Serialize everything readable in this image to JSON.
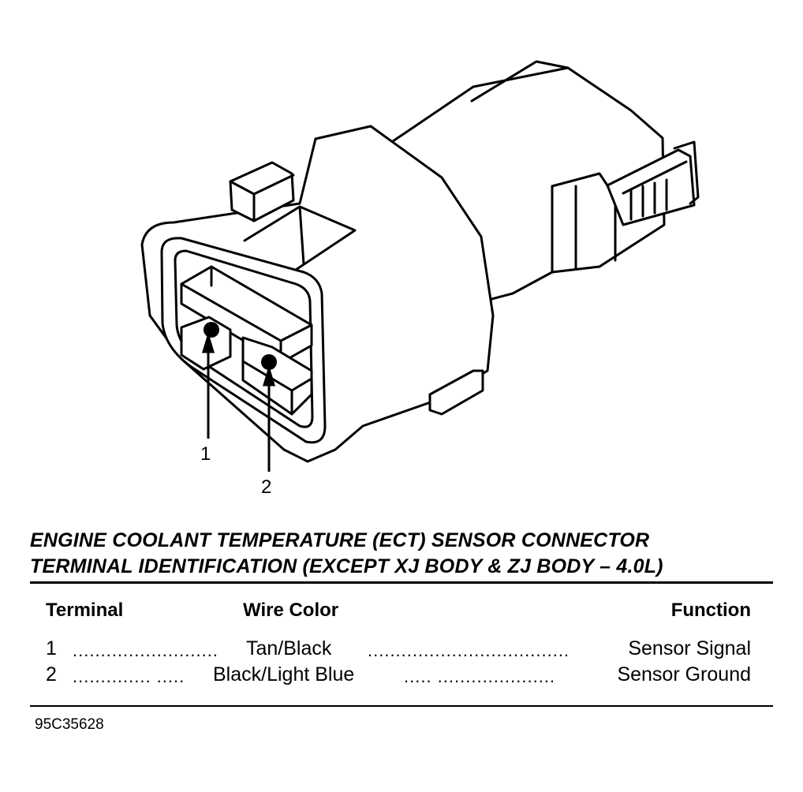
{
  "callouts": {
    "terminal_1": "1",
    "terminal_2": "2"
  },
  "title": {
    "line1": "ENGINE COOLANT TEMPERATURE (ECT) SENSOR CONNECTOR",
    "line2": "TERMINAL IDENTIFICATION (EXCEPT XJ BODY & ZJ BODY  –  4.0L)"
  },
  "table": {
    "headers": {
      "terminal": "Terminal",
      "wire_color": "Wire Color",
      "function": "Function"
    },
    "rows": [
      {
        "terminal": "1",
        "leader_a": "..........................",
        "wire_color": "Tan/Black",
        "leader_b": "....................................",
        "function": "Sensor Signal"
      },
      {
        "terminal": "2",
        "leader_a": ".............. .....",
        "wire_color": "Black/Light Blue",
        "leader_b": "..... .....................",
        "function": "Sensor Ground"
      }
    ]
  },
  "figure_id": "95C35628"
}
